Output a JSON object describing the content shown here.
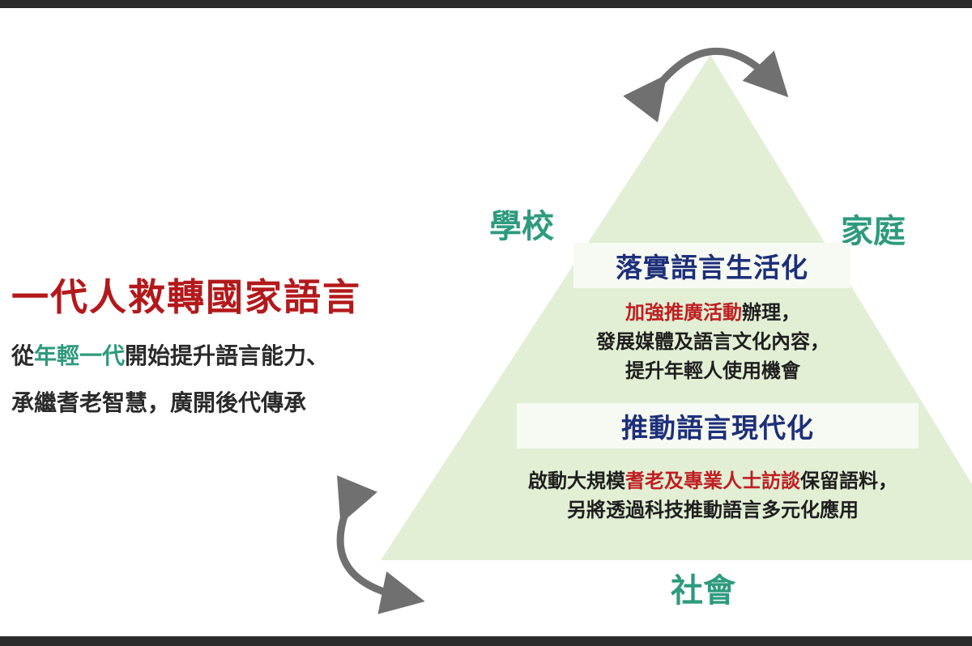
{
  "title": "一代人救轉國家語言",
  "description": {
    "line1": {
      "prefix": "從",
      "highlight": "年輕一代",
      "suffix": "開始提升語言能力、"
    },
    "line2": "承繼耆老智慧，廣開後代傳承"
  },
  "pyramid": {
    "corner_labels": {
      "school": "學校",
      "family": "家庭",
      "society": "社會"
    },
    "section1": {
      "heading": "落實語言生活化",
      "line1_highlight": "加強推廣活動",
      "line1_rest": "辦理，",
      "line2": "發展媒體及語言文化內容，",
      "line3": "提升年輕人使用機會"
    },
    "section2": {
      "heading": "推動語言現代化",
      "line1_prefix": "啟動大規模",
      "line1_highlight": "耆老及專業人士訪談",
      "line1_suffix": "保留語料，",
      "line2": "另將透過科技推動語言多元化應用"
    }
  },
  "colors": {
    "title_red": "#b3191b",
    "highlight_red": "#c01e22",
    "highlight_green": "#2e9a7e",
    "band_text_navy": "#1d2f7a",
    "pyramid_fill": "#e2efd4",
    "arrow_gray": "#707070"
  },
  "icons": {
    "top_arrow": "curved-double-arrow-icon",
    "left_arrow": "curved-double-arrow-icon"
  }
}
